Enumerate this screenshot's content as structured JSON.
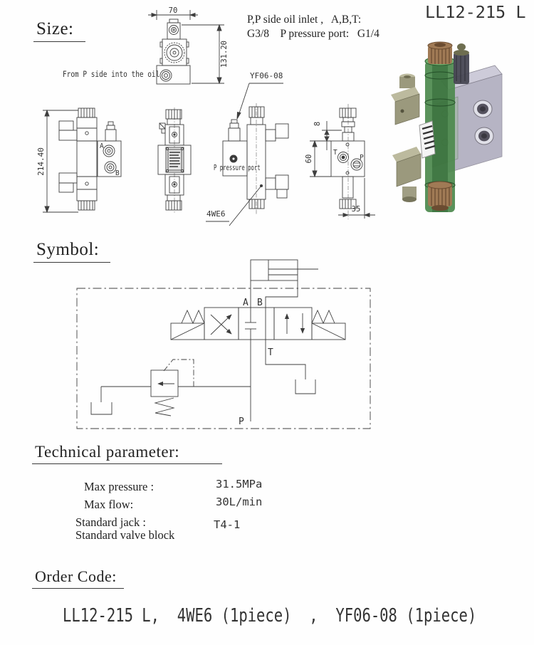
{
  "header": {
    "product_code": "LL12-215 L"
  },
  "size": {
    "heading": "Size:",
    "note_line1": "P,P side oil inlet ,   A,B,T:",
    "note_line2": "G3/8    P pressure port:   G1/4",
    "from_p_label": "From P side into the oil",
    "yf_label": "YF06-08",
    "we_label": "4WE6",
    "p_port_label": "P pressure port",
    "dims": {
      "width_70": "70",
      "height_131": "131.20",
      "height_214": "214.40",
      "offset_8": "8",
      "height_60": "60",
      "width_35": "35"
    },
    "ports": {
      "a": "A",
      "b": "B",
      "t": "T",
      "p": "P"
    }
  },
  "symbol": {
    "heading": "Symbol:",
    "ports": {
      "a": "A",
      "b": "B",
      "t": "T",
      "p": "P"
    }
  },
  "technical": {
    "heading": "Technical parameter:",
    "rows": [
      {
        "label": "Max pressure :",
        "value": "31.5MPa"
      },
      {
        "label": "Max flow:",
        "value": "30L/min"
      },
      {
        "label": "Standard jack :",
        "value": ""
      },
      {
        "label": "Standard valve block",
        "value": "T4-1"
      }
    ]
  },
  "order": {
    "heading": "Order Code:",
    "code_line": "LL12-215 L,  4WE6 (1piece)  ,  YF06-08 (1piece)"
  },
  "render3d": {
    "colors": {
      "body_green": "#4e8a4f",
      "body_green_dark": "#2f6433",
      "body_green_light": "#6fae6d",
      "cap_brown": "#a07a55",
      "cap_brown_dark": "#6b4c31",
      "block_gray": "#aaa8ba",
      "block_gray_light": "#c9c7d6",
      "plate_green": "#9fb89f",
      "cube_olive": "#9b997d",
      "cube_olive_light": "#bcba9e",
      "solenoid_dark": "#474753",
      "solenoid_olive": "#6e6e50",
      "label_white": "#f4f4f4",
      "port_ring": "#e0e0e8",
      "port_dark": "#55525e"
    }
  }
}
